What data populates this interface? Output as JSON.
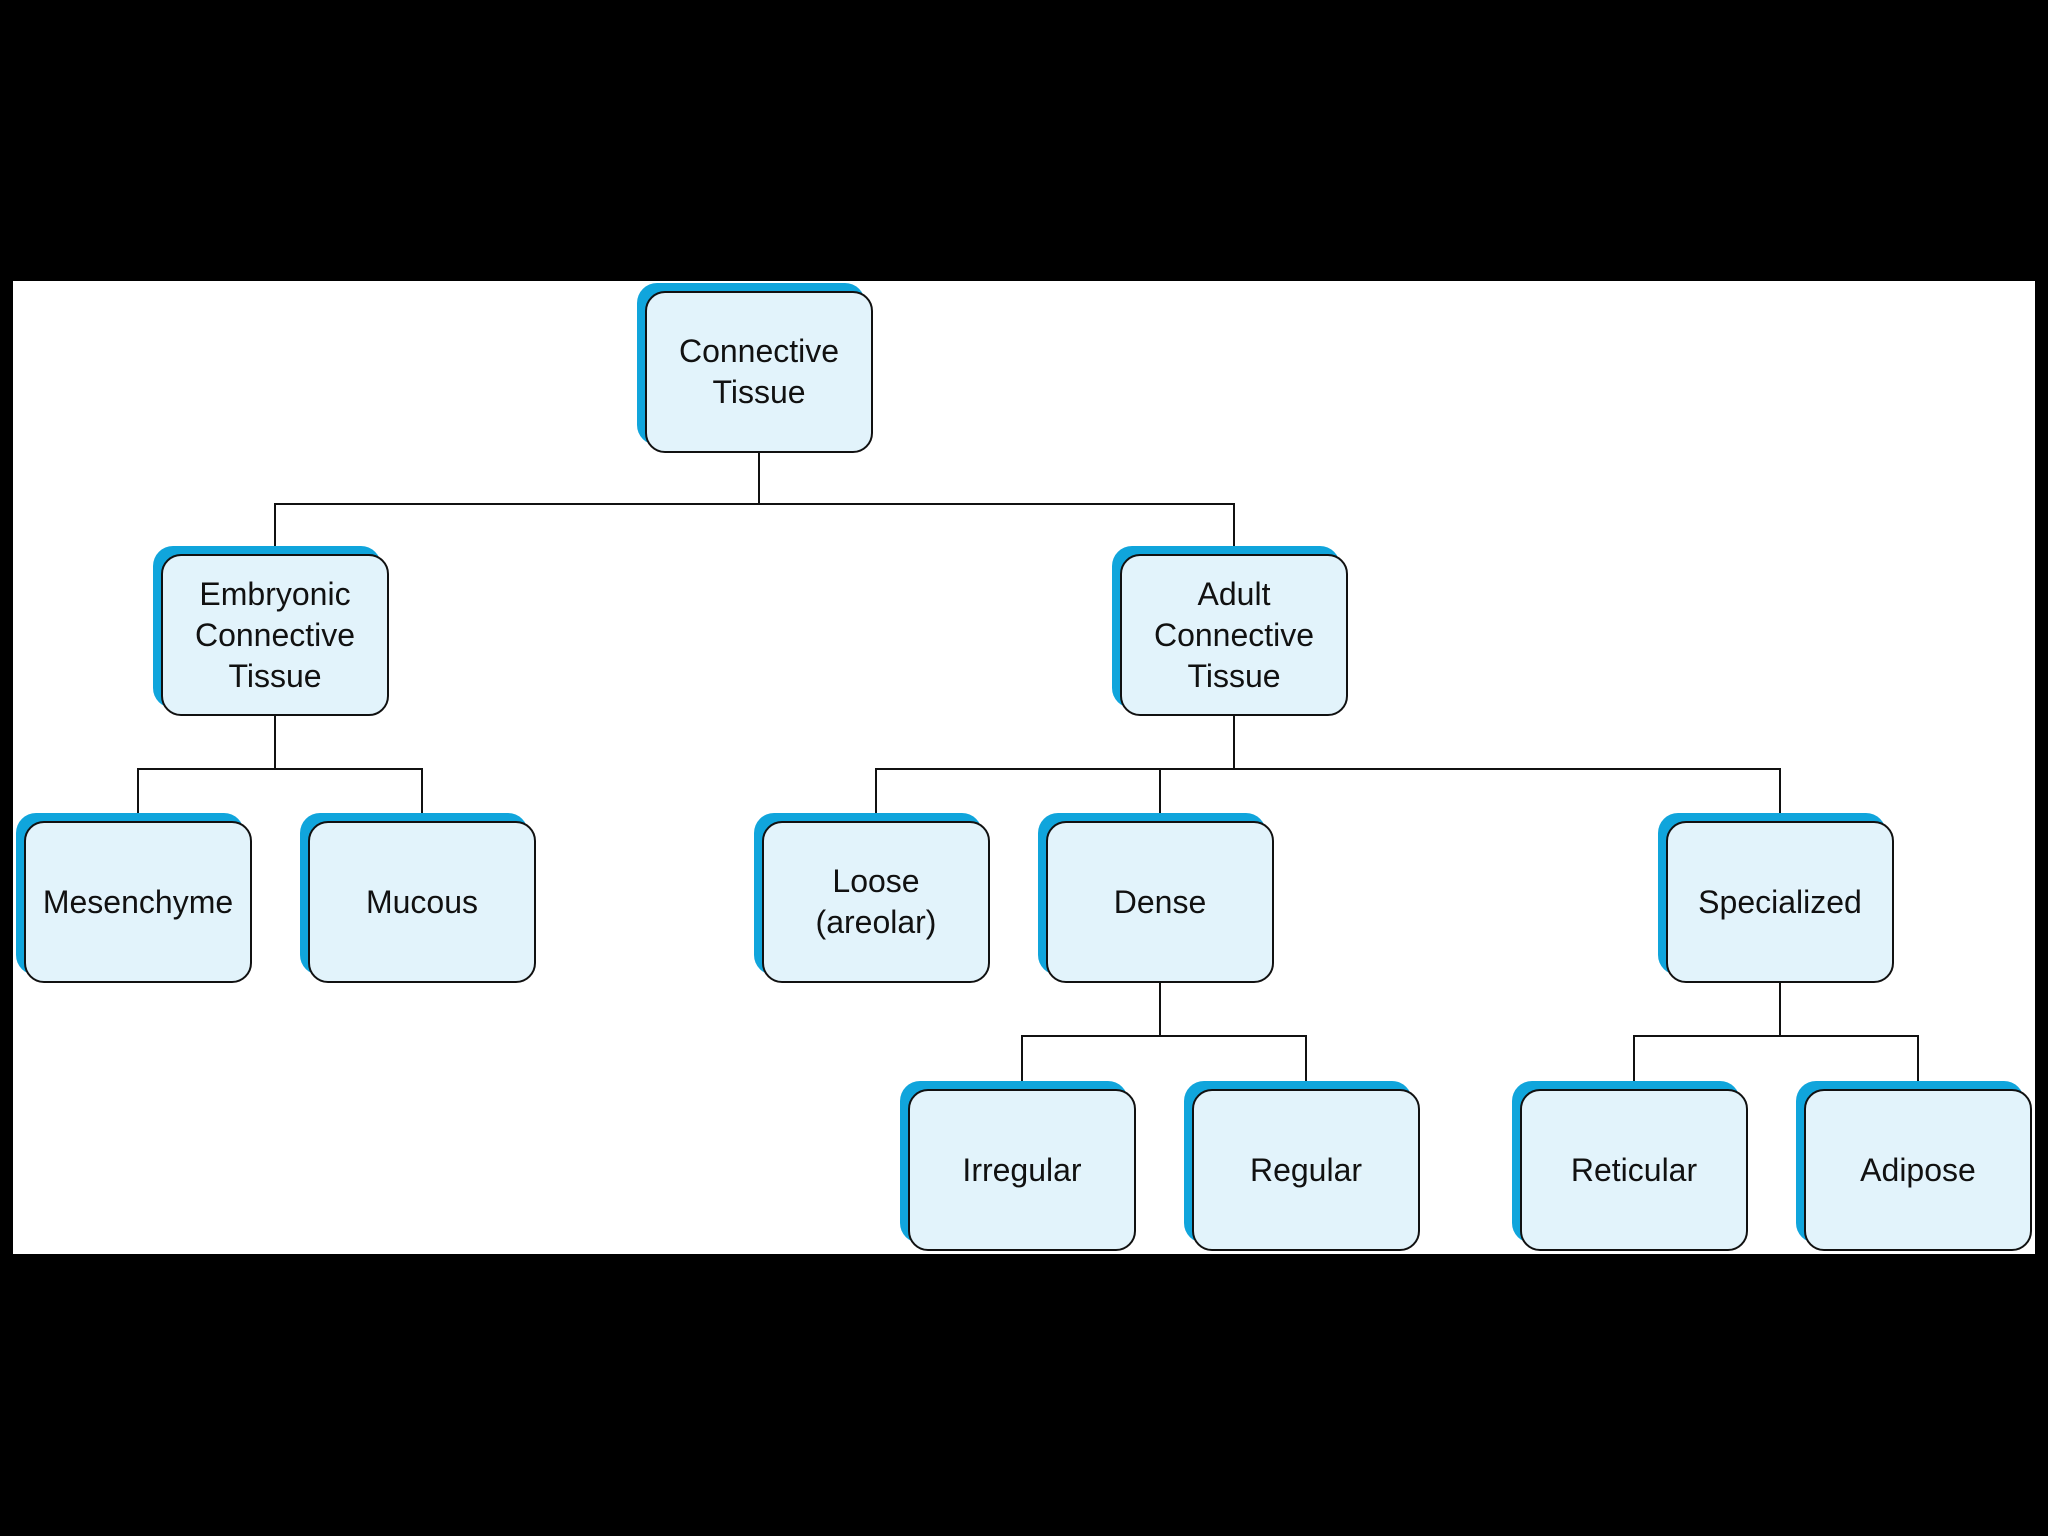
{
  "diagram": {
    "colors": {
      "background": "#000000",
      "panel": "#ffffff",
      "node_fill": "#e2f3fb",
      "node_shadow": "#10a5dc",
      "line": "#111111"
    },
    "nodes": {
      "connective": {
        "label": "Connective\nTissue"
      },
      "embryonic": {
        "label": "Embryonic\nConnective\nTissue"
      },
      "adult": {
        "label": "Adult\nConnective\nTissue"
      },
      "mesenchyme": {
        "label": "Mesenchyme"
      },
      "mucous": {
        "label": "Mucous"
      },
      "loose": {
        "label": "Loose\n(areolar)"
      },
      "dense": {
        "label": "Dense"
      },
      "specialized": {
        "label": "Specialized"
      },
      "irregular": {
        "label": "Irregular"
      },
      "regular": {
        "label": "Regular"
      },
      "reticular": {
        "label": "Reticular"
      },
      "adipose": {
        "label": "Adipose"
      }
    },
    "edges": [
      {
        "from": "connective",
        "to": "embryonic"
      },
      {
        "from": "connective",
        "to": "adult"
      },
      {
        "from": "embryonic",
        "to": "mesenchyme"
      },
      {
        "from": "embryonic",
        "to": "mucous"
      },
      {
        "from": "adult",
        "to": "loose"
      },
      {
        "from": "adult",
        "to": "dense"
      },
      {
        "from": "adult",
        "to": "specialized"
      },
      {
        "from": "dense",
        "to": "irregular"
      },
      {
        "from": "dense",
        "to": "regular"
      },
      {
        "from": "specialized",
        "to": "reticular"
      },
      {
        "from": "specialized",
        "to": "adipose"
      }
    ]
  }
}
